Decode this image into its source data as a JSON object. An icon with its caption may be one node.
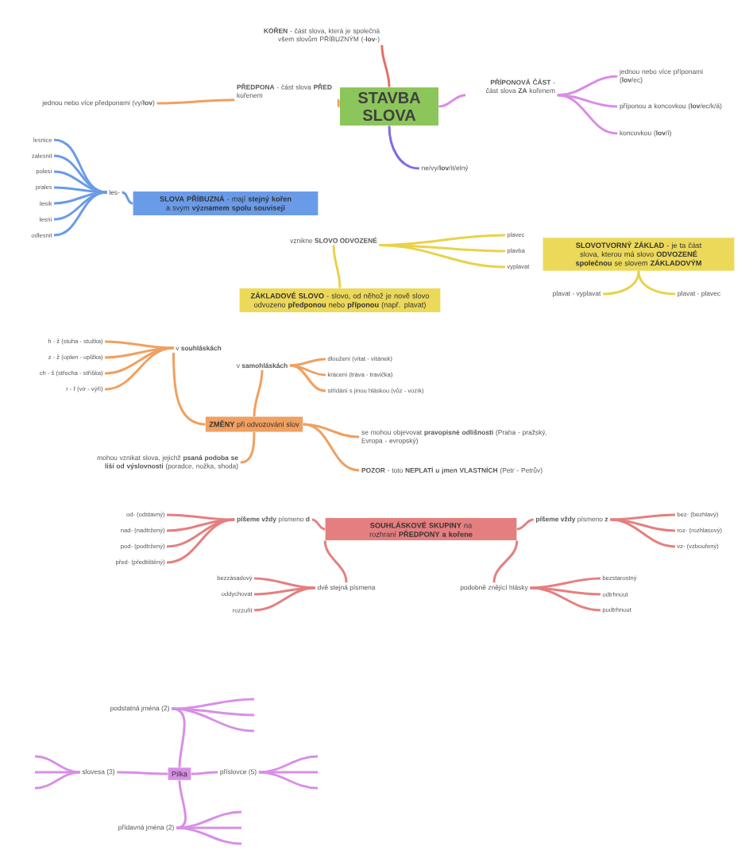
{
  "diagram": {
    "nodes": [
      {
        "text": [
          "STAVBA SLOVA"
        ]
      },
      {
        "text": [
          "**KOŘEN** - část slova, která je společná všem slovům PŘÍBUZNÝM (-**lov**-)"
        ]
      },
      {
        "text": [
          "**PŘEDPONA** - část slova **PŘED** kořenem"
        ]
      },
      {
        "text": [
          "jednou nebo více předponami (vy/**lov**)"
        ]
      },
      {
        "text": [
          "**PŘÍPONOVÁ ČÁST** - část slova **ZA** kořenem"
        ]
      },
      {
        "text": [
          "jednou nebo více příponami (**lov**/ec)"
        ]
      },
      {
        "text": [
          "příponou a koncovkou (**lov**/ec/k/á)"
        ]
      },
      {
        "text": [
          "koncovkou (**lov**/í)"
        ]
      },
      {
        "text": [
          "ne/vy/**lov**/it/elný"
        ]
      },
      {
        "text": [
          "**SLOVA PŘÍBUZNÁ** - mají **stejný kořen** a svým **významem spolu souvisejí**"
        ]
      },
      {
        "text": [
          "les-"
        ]
      },
      {
        "text": [
          "lesnice"
        ]
      },
      {
        "text": [
          "zalesnit"
        ]
      },
      {
        "text": [
          "polesí"
        ]
      },
      {
        "text": [
          "prales"
        ]
      },
      {
        "text": [
          "lesík"
        ]
      },
      {
        "text": [
          "lesní"
        ]
      },
      {
        "text": [
          "odlesnit"
        ]
      },
      {
        "text": [
          "**ZÁKLADOVÉ SLOVO** - slovo, od něhož je nově slovo odvozeno **předponou** nebo **příponou** (např. plavat)"
        ]
      },
      {
        "text": [
          "vznikne **SLOVO ODVOZENÉ**"
        ]
      },
      {
        "text": [
          "plavec"
        ]
      },
      {
        "text": [
          "plavba"
        ]
      },
      {
        "text": [
          "vyplavat"
        ]
      },
      {
        "text": [
          "**SLOVOTVORNÝ ZÁKLAD** - je ta část slova, kterou má slovo **ODVOZENÉ společnou** se slovem **ZÁKLADOVÝM**"
        ]
      },
      {
        "text": [
          "plavat - vyplavat"
        ]
      },
      {
        "text": [
          "plavat - plavec"
        ]
      },
      {
        "text": [
          "**ZMĚNY** při odvozování slov"
        ]
      },
      {
        "text": [
          "v **souhláskách**"
        ]
      },
      {
        "text": [
          "h - ž (stuha - stužka)"
        ]
      },
      {
        "text": [
          "z - ž (oplen - oplžka)"
        ]
      },
      {
        "text": [
          "ch - š (střecha - stříška)"
        ]
      },
      {
        "text": [
          "r - ř (vír - výří)"
        ]
      },
      {
        "text": [
          "v **samohláskách**"
        ]
      },
      {
        "text": [
          "dloužení (vítat - vítánek)"
        ]
      },
      {
        "text": [
          "krácení (tráva - travička)"
        ]
      },
      {
        "text": [
          "střídání s jinou hláskou (vůz - vozík)"
        ]
      },
      {
        "text": [
          "mohou vznikat slova, jejichž **psaná podoba se liší od výslovnosti** (poradce, nožka, shoda)"
        ]
      },
      {
        "text": [
          "se mohou objevovat **pravopisné odlišnosti** (Praha - pražský, Evropa - evropský)"
        ]
      },
      {
        "text": [
          "**POZOR** - toto **NEPLATÍ u jmen VLASTNÍCH** (Petr - Petrův)"
        ]
      },
      {
        "text": [
          "**SOUHLÁSKOVÉ SKUPINY** na rozhraní **PŘEDPONY a kořene**"
        ]
      },
      {
        "text": [
          "**píšeme vždy** písmeno **d**"
        ]
      },
      {
        "text": [
          "od- (odstavný)"
        ]
      },
      {
        "text": [
          "nad- (nadtržený)"
        ]
      },
      {
        "text": [
          "pod- (podtržený)"
        ]
      },
      {
        "text": [
          "před- (předtištěný)"
        ]
      },
      {
        "text": [
          "**píšeme vždy** písmeno **z**"
        ]
      },
      {
        "text": [
          "bez- (bezhlavý)"
        ]
      },
      {
        "text": [
          "roz- (rozhlasový)"
        ]
      },
      {
        "text": [
          "vz- (vzbouřený)"
        ]
      },
      {
        "text": [
          "dvě stejná písmena"
        ]
      },
      {
        "text": [
          "bezzásadový"
        ]
      },
      {
        "text": [
          "oddychovat"
        ]
      },
      {
        "text": [
          "rozzuřit"
        ]
      },
      {
        "text": [
          "podobně znějící hlásky"
        ]
      },
      {
        "text": [
          "bezstarostný"
        ]
      },
      {
        "text": [
          "odtrhnout"
        ]
      },
      {
        "text": [
          "podtrhnout"
        ]
      },
      {
        "text": [
          "Pilka"
        ]
      },
      {
        "text": [
          "podstatná jména (2)"
        ]
      },
      {
        "text": [
          "slovesa (3)"
        ]
      },
      {
        "text": [
          "příslovce (5)"
        ]
      },
      {
        "text": [
          "přídavná jména (2)"
        ]
      }
    ],
    "edges": [
      {
        "from": 0,
        "to": 1,
        "arrow": "none",
        "color": "#e0726a"
      },
      {
        "from": 0,
        "to": 2,
        "arrow": "none",
        "color": "#f0a060"
      },
      {
        "from": 2,
        "to": 3,
        "arrow": "none",
        "color": "#f0a060"
      },
      {
        "from": 0,
        "to": 4,
        "arrow": "none",
        "color": "#d98ce6"
      },
      {
        "from": 4,
        "to": 5,
        "arrow": "none",
        "color": "#d98ce6"
      },
      {
        "from": 4,
        "to": 6,
        "arrow": "none",
        "color": "#d98ce6"
      },
      {
        "from": 4,
        "to": 7,
        "arrow": "none",
        "color": "#d98ce6"
      },
      {
        "from": 0,
        "to": 8,
        "arrow": "none",
        "color": "#7b6fe0"
      },
      {
        "from": 9,
        "to": 10,
        "arrow": "none",
        "color": "#6a9be8"
      },
      {
        "from": 10,
        "to": 11,
        "arrow": "none",
        "color": "#6a9be8"
      },
      {
        "from": 10,
        "to": 12,
        "arrow": "none",
        "color": "#6a9be8"
      },
      {
        "from": 10,
        "to": 13,
        "arrow": "none",
        "color": "#6a9be8"
      },
      {
        "from": 10,
        "to": 14,
        "arrow": "none",
        "color": "#6a9be8"
      },
      {
        "from": 10,
        "to": 15,
        "arrow": "none",
        "color": "#6a9be8"
      },
      {
        "from": 10,
        "to": 16,
        "arrow": "none",
        "color": "#6a9be8"
      },
      {
        "from": 10,
        "to": 17,
        "arrow": "none",
        "color": "#6a9be8"
      },
      {
        "from": 18,
        "to": 19,
        "arrow": "none",
        "color": "#e8d24a"
      },
      {
        "from": 19,
        "to": 20,
        "arrow": "none",
        "color": "#e8d24a"
      },
      {
        "from": 19,
        "to": 21,
        "arrow": "none",
        "color": "#e8d24a"
      },
      {
        "from": 19,
        "to": 22,
        "arrow": "none",
        "color": "#e8d24a"
      },
      {
        "from": 23,
        "to": 24,
        "arrow": "none",
        "color": "#e8d24a"
      },
      {
        "from": 23,
        "to": 25,
        "arrow": "none",
        "color": "#e8d24a"
      },
      {
        "from": 26,
        "to": 27,
        "arrow": "none",
        "color": "#f0a060"
      },
      {
        "from": 27,
        "to": 28,
        "arrow": "none",
        "color": "#f0a060"
      },
      {
        "from": 27,
        "to": 29,
        "arrow": "none",
        "color": "#f0a060"
      },
      {
        "from": 27,
        "to": 30,
        "arrow": "none",
        "color": "#f0a060"
      },
      {
        "from": 27,
        "to": 31,
        "arrow": "none",
        "color": "#f0a060"
      },
      {
        "from": 26,
        "to": 32,
        "arrow": "none",
        "color": "#f0a060"
      },
      {
        "from": 32,
        "to": 33,
        "arrow": "none",
        "color": "#f0a060"
      },
      {
        "from": 32,
        "to": 34,
        "arrow": "none",
        "color": "#f0a060"
      },
      {
        "from": 32,
        "to": 35,
        "arrow": "none",
        "color": "#f0a060"
      },
      {
        "from": 26,
        "to": 36,
        "arrow": "none",
        "color": "#f0a060"
      },
      {
        "from": 26,
        "to": 37,
        "arrow": "none",
        "color": "#f0a060"
      },
      {
        "from": 26,
        "to": 38,
        "arrow": "none",
        "color": "#f0a060"
      },
      {
        "from": 39,
        "to": 40,
        "arrow": "none",
        "color": "#e57f7f"
      },
      {
        "from": 40,
        "to": 41,
        "arrow": "none",
        "color": "#e57f7f"
      },
      {
        "from": 40,
        "to": 42,
        "arrow": "none",
        "color": "#e57f7f"
      },
      {
        "from": 40,
        "to": 43,
        "arrow": "none",
        "color": "#e57f7f"
      },
      {
        "from": 40,
        "to": 44,
        "arrow": "none",
        "color": "#e57f7f"
      },
      {
        "from": 39,
        "to": 45,
        "arrow": "none",
        "color": "#e57f7f"
      },
      {
        "from": 45,
        "to": 46,
        "arrow": "none",
        "color": "#e57f7f"
      },
      {
        "from": 45,
        "to": 47,
        "arrow": "none",
        "color": "#e57f7f"
      },
      {
        "from": 45,
        "to": 48,
        "arrow": "none",
        "color": "#e57f7f"
      },
      {
        "from": 39,
        "to": 49,
        "arrow": "none",
        "color": "#e57f7f"
      },
      {
        "from": 49,
        "to": 50,
        "arrow": "none",
        "color": "#e57f7f"
      },
      {
        "from": 49,
        "to": 51,
        "arrow": "none",
        "color": "#e57f7f"
      },
      {
        "from": 49,
        "to": 52,
        "arrow": "none",
        "color": "#e57f7f"
      },
      {
        "from": 39,
        "to": 53,
        "arrow": "none",
        "color": "#e57f7f"
      },
      {
        "from": 53,
        "to": 54,
        "arrow": "none",
        "color": "#e57f7f"
      },
      {
        "from": 53,
        "to": 55,
        "arrow": "none",
        "color": "#e57f7f"
      },
      {
        "from": 53,
        "to": 56,
        "arrow": "none",
        "color": "#e57f7f"
      },
      {
        "from": 57,
        "to": 58,
        "arrow": "none",
        "color": "#d78fe6"
      },
      {
        "from": 57,
        "to": 59,
        "arrow": "none",
        "color": "#d78fe6"
      },
      {
        "from": 57,
        "to": 60,
        "arrow": "none",
        "color": "#d78fe6"
      },
      {
        "from": 57,
        "to": 61,
        "arrow": "none",
        "color": "#d78fe6"
      },
      {
        "from": 58,
        "to": null,
        "arrow": "none",
        "color": "#d78fe6"
      },
      {
        "from": 58,
        "to": null,
        "arrow": "none",
        "color": "#d78fe6"
      },
      {
        "from": 58,
        "to": null,
        "arrow": "none",
        "color": "#d78fe6"
      },
      {
        "from": 59,
        "to": null,
        "arrow": "none",
        "color": "#d78fe6"
      },
      {
        "from": 59,
        "to": null,
        "arrow": "none",
        "color": "#d78fe6"
      },
      {
        "from": 59,
        "to": null,
        "arrow": "none",
        "color": "#d78fe6"
      },
      {
        "from": 60,
        "to": null,
        "arrow": "none",
        "color": "#d78fe6"
      },
      {
        "from": 60,
        "to": null,
        "arrow": "none",
        "color": "#d78fe6"
      },
      {
        "from": 60,
        "to": null,
        "arrow": "none",
        "color": "#d78fe6"
      },
      {
        "from": 61,
        "to": null,
        "arrow": "none",
        "color": "#d78fe6"
      },
      {
        "from": 61,
        "to": null,
        "arrow": "none",
        "color": "#d78fe6"
      },
      {
        "from": 61,
        "to": null,
        "arrow": "none",
        "color": "#d78fe6"
      }
    ]
  }
}
